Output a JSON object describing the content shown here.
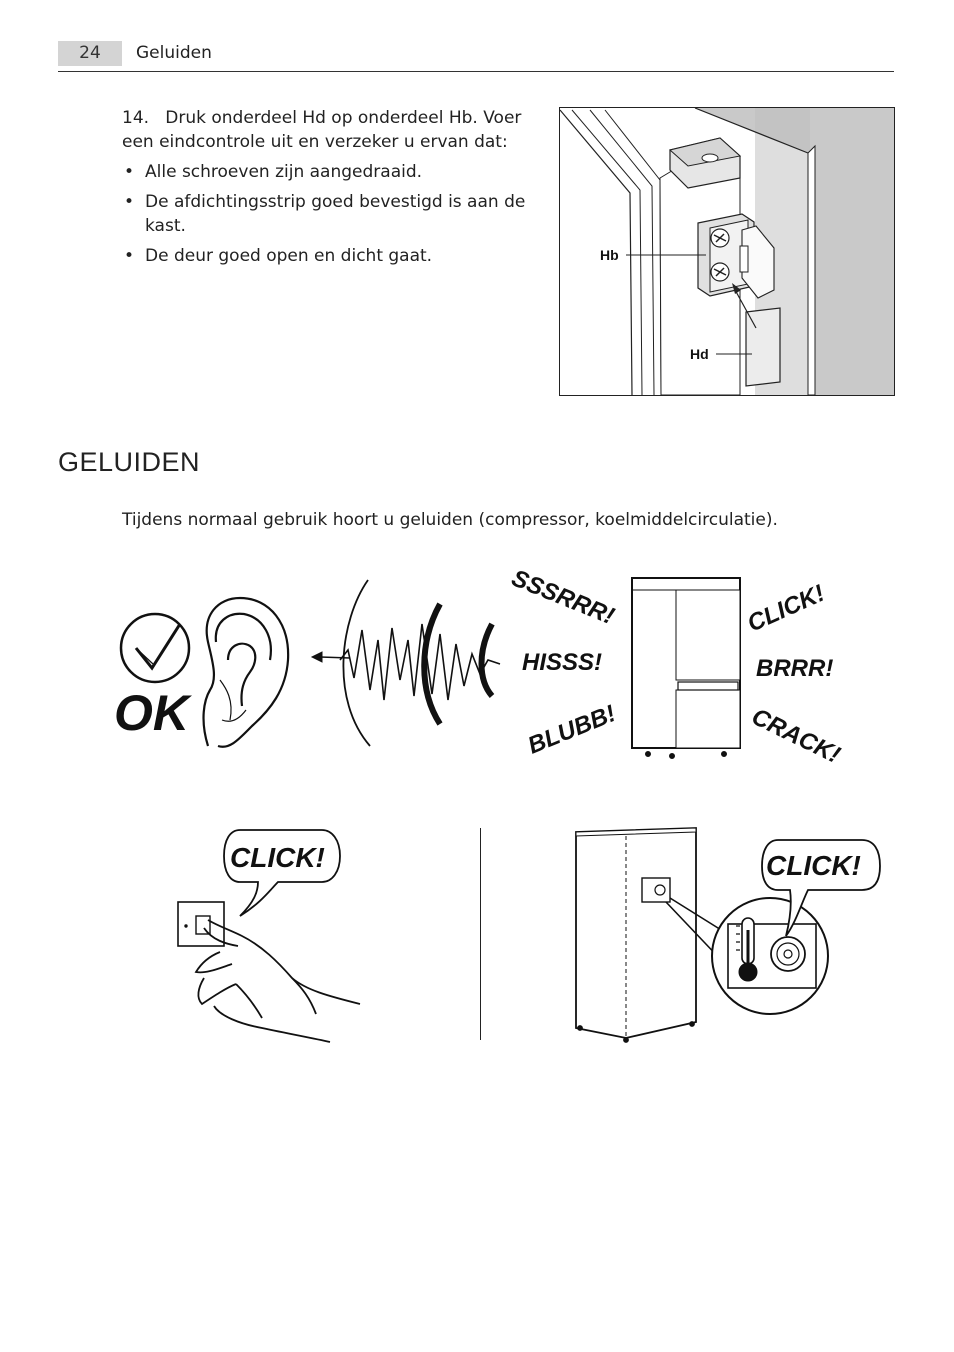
{
  "header": {
    "page_number": "24",
    "title": "Geluiden"
  },
  "step14": {
    "number": "14.",
    "text": "Druk onderdeel Hd op onderdeel Hb. Voer een eindcontrole uit en verzeker u ervan dat:",
    "bullets": [
      "Alle schroeven zijn aangedraaid.",
      "De afdichtingsstrip goed bevestigd is aan de kast.",
      "De deur goed open en dicht gaat."
    ]
  },
  "figure_hinge": {
    "label_hb": "Hb",
    "label_hd": "Hd"
  },
  "section": {
    "title": "GELUIDEN",
    "intro": "Tijdens normaal gebruik hoort u geluiden (compressor, koelmiddelcirculatie)."
  },
  "sounds_figure": {
    "ok_label": "OK",
    "sounds": [
      "SSSRRR!",
      "HISSS!",
      "BLUBB!",
      "CLICK!",
      "BRRR!",
      "CRACK!"
    ]
  },
  "click_figures": {
    "left_bubble": "CLICK!",
    "right_bubble": "CLICK!"
  }
}
